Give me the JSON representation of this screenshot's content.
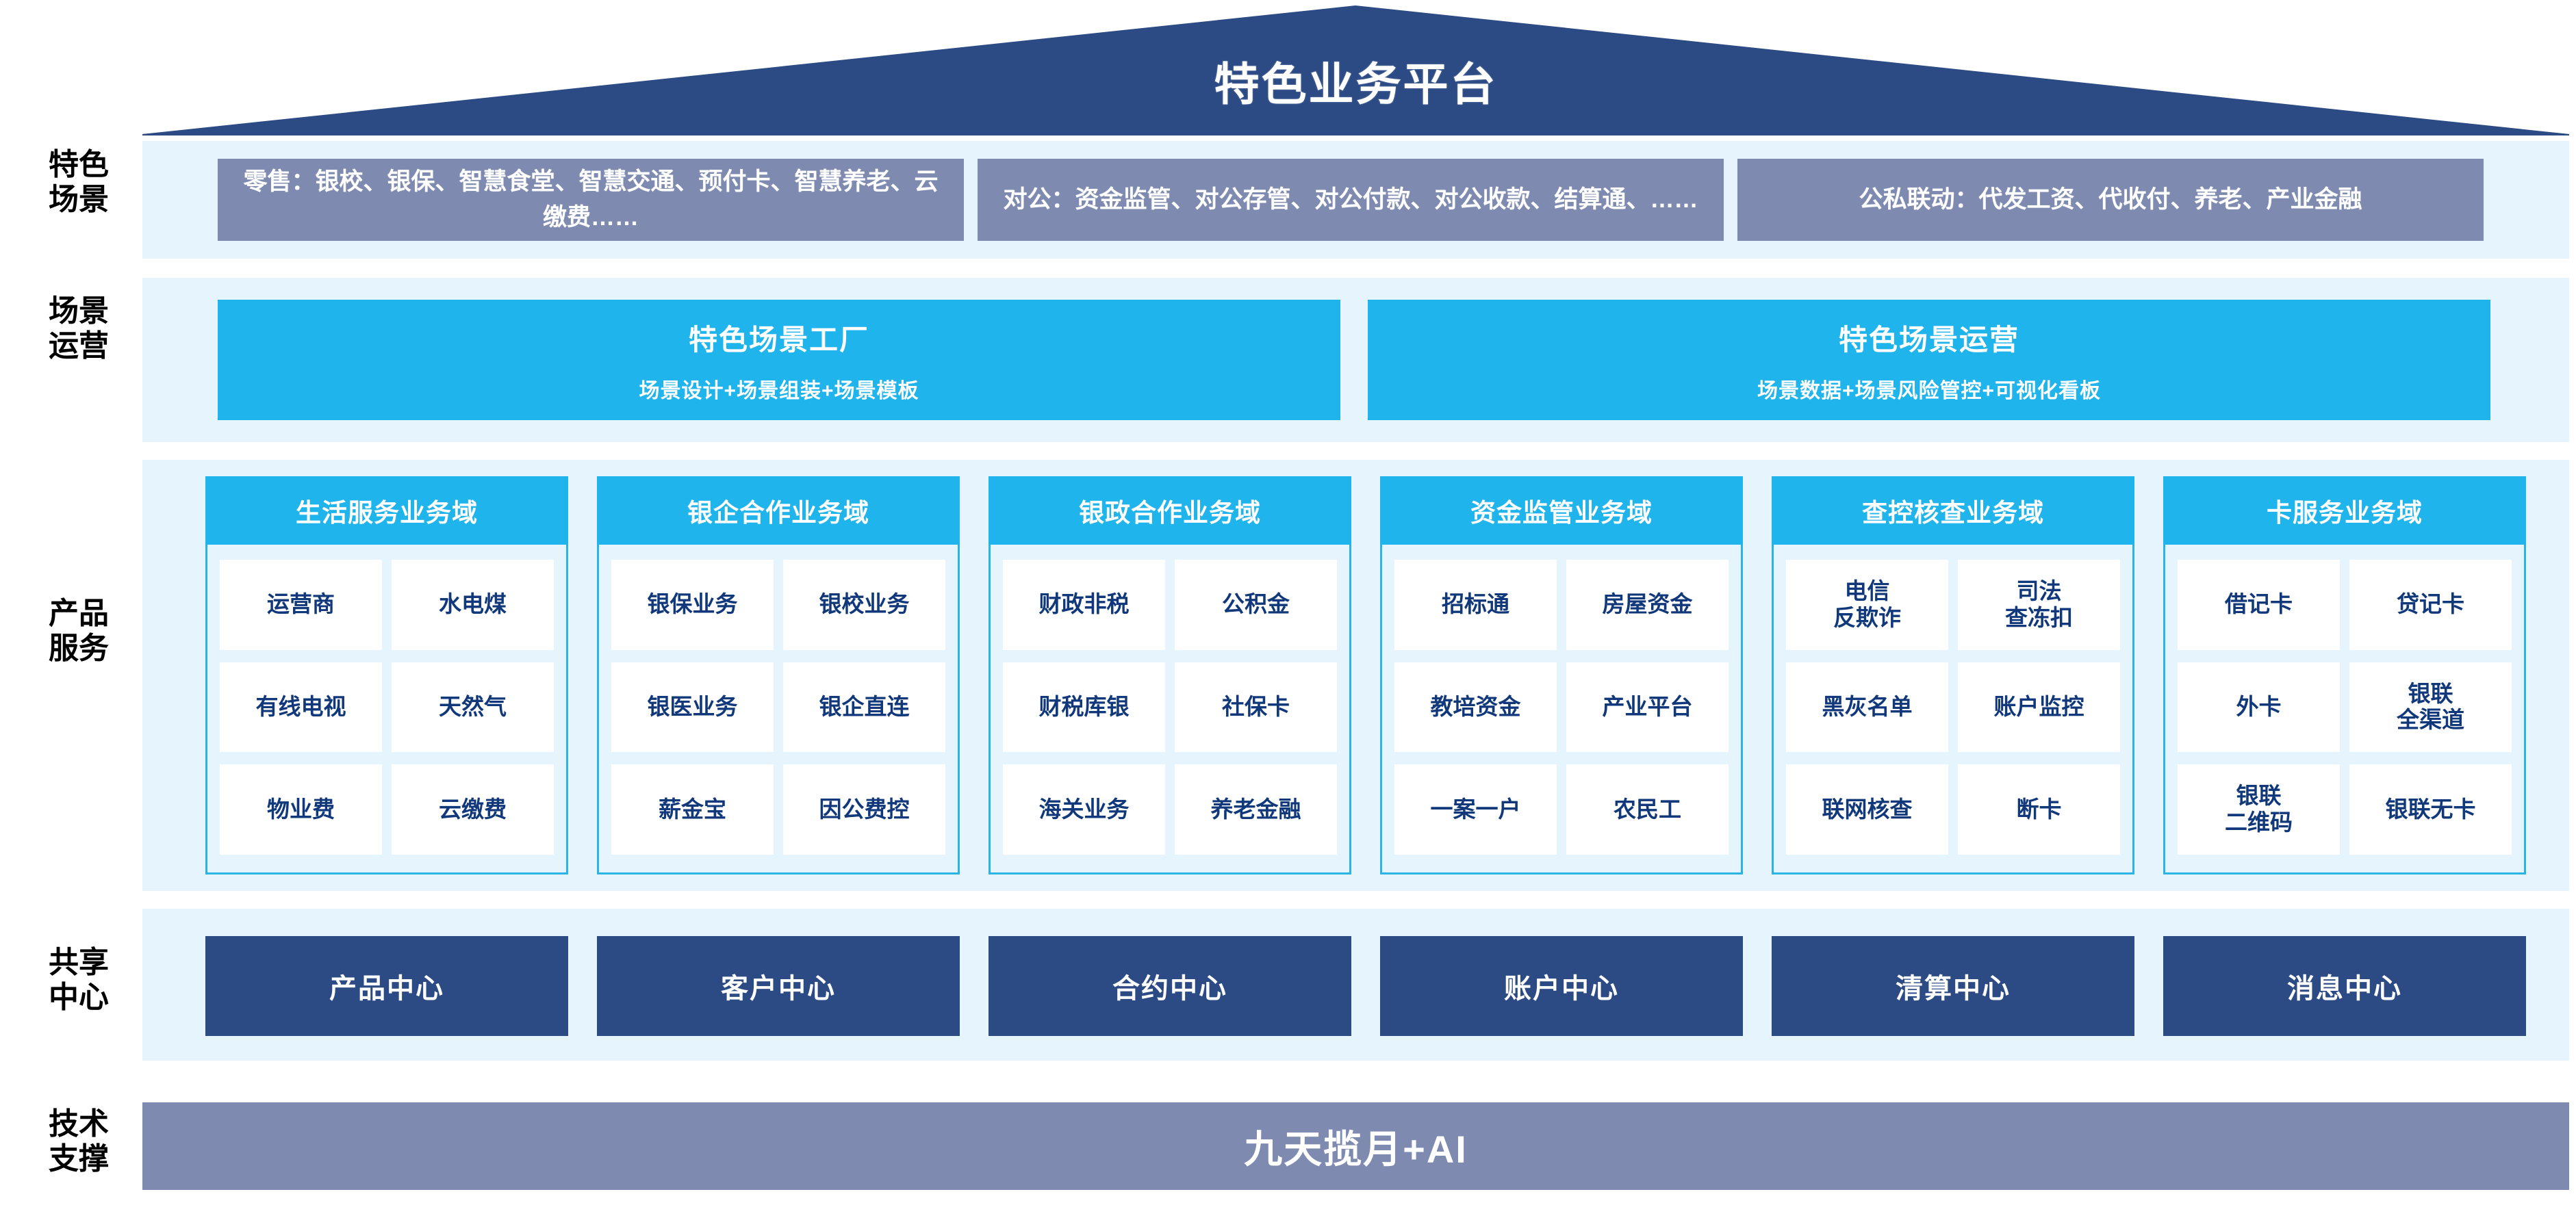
{
  "header": {
    "title": "特色业务平台"
  },
  "row_labels": [
    {
      "key": "scenes",
      "text": "特色\n场景"
    },
    {
      "key": "operation",
      "text": "场景\n运营"
    },
    {
      "key": "products",
      "text": "产品\n服务"
    },
    {
      "key": "shared",
      "text": "共享\n中心"
    },
    {
      "key": "tech",
      "text": "技术\n支撑"
    }
  ],
  "scenes": [
    {
      "name": "retail",
      "text": "零售：银校、银保、智慧食堂、智慧交通、预付卡、智慧养老、云缴费……"
    },
    {
      "name": "corporate",
      "text": "对公：资金监管、对公存管、对公付款、对公收款、结算通、……"
    },
    {
      "name": "joint",
      "text": "公私联动：代发工资、代收付、养老、产业金融"
    }
  ],
  "operations": [
    {
      "name": "scene-factory",
      "title": "特色场景工厂",
      "subtitle": "场景设计+场景组装+场景模板"
    },
    {
      "name": "scene-operation",
      "title": "特色场景运营",
      "subtitle": "场景数据+场景风险管控+可视化看板"
    }
  ],
  "domains": [
    {
      "name": "life-service",
      "title": "生活服务业务域",
      "items": [
        "运营商",
        "水电煤",
        "有线电视",
        "天然气",
        "物业费",
        "云缴费"
      ]
    },
    {
      "name": "bank-enterprise",
      "title": "银企合作业务域",
      "items": [
        "银保业务",
        "银校业务",
        "银医业务",
        "银企直连",
        "薪金宝",
        "因公费控"
      ]
    },
    {
      "name": "bank-government",
      "title": "银政合作业务域",
      "items": [
        "财政非税",
        "公积金",
        "财税库银",
        "社保卡",
        "海关业务",
        "养老金融"
      ]
    },
    {
      "name": "fund-supervision",
      "title": "资金监管业务域",
      "items": [
        "招标通",
        "房屋资金",
        "教培资金",
        "产业平台",
        "一案一户",
        "农民工"
      ]
    },
    {
      "name": "investigation",
      "title": "查控核查业务域",
      "items": [
        "电信\n反欺诈",
        "司法\n查冻扣",
        "黑灰名单",
        "账户监控",
        "联网核查",
        "断卡"
      ]
    },
    {
      "name": "card-service",
      "title": "卡服务业务域",
      "items": [
        "借记卡",
        "贷记卡",
        "外卡",
        "银联\n全渠道",
        "银联\n二维码",
        "银联无卡"
      ]
    }
  ],
  "shared_centers": [
    {
      "name": "product-center",
      "label": "产品中心"
    },
    {
      "name": "customer-center",
      "label": "客户中心"
    },
    {
      "name": "contract-center",
      "label": "合约中心"
    },
    {
      "name": "account-center",
      "label": "账户中心"
    },
    {
      "name": "clearing-center",
      "label": "清算中心"
    },
    {
      "name": "message-center",
      "label": "消息中心"
    }
  ],
  "tech_support": {
    "label": "九天揽月+AI"
  },
  "colors": {
    "roof_navy": "#2c4b85",
    "band_light": "#e6f5fd",
    "scene_gray": "#7e8ab0",
    "cyan": "#1fb4ec",
    "cyan_border": "#2bb3e3",
    "center_navy": "#2c4b85",
    "cell_text": "#10387a"
  }
}
